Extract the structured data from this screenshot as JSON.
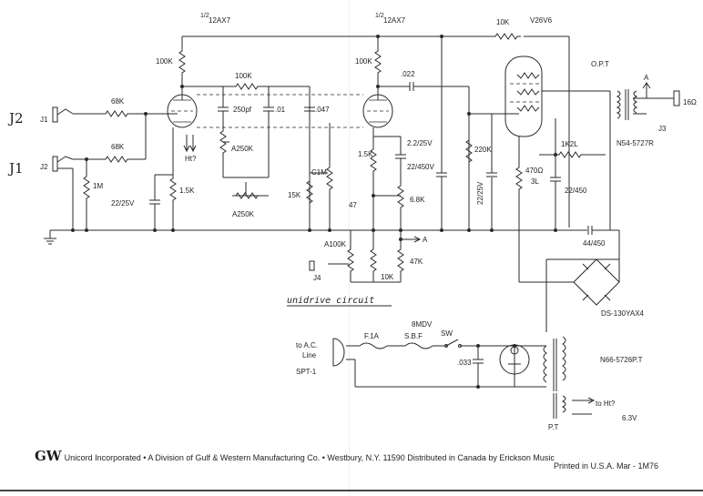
{
  "diagram": {
    "tube_labels": {
      "v1a_fraction": "1/2",
      "v1a_name": "12AX7",
      "v1b_fraction": "1/2",
      "v1b_name": "12AX7",
      "output_tube": "V26V6"
    },
    "jacks": {
      "j1": "J1",
      "j2": "J2",
      "j3": "J3",
      "j4": "J4",
      "handwritten_j2": "J2",
      "handwritten_j1": "J1"
    },
    "resistors": {
      "r_plate1": "100K",
      "r_feedback": "100K",
      "r_plate2": "100K",
      "r_screen": "10K",
      "r_in1": "68K",
      "r_in2": "68K",
      "r_grid": "1M",
      "r_cath1": "1.5K",
      "r_cath2": "1.5K",
      "r_220k": "220K",
      "r_470": "470Ω",
      "r_470_w": "3L",
      "r_1k2": "1K2L",
      "r_15k": "15K",
      "r_6k8": "6.8K",
      "r_47k": "47K",
      "r_10k_bot": "10K",
      "r_47": "47"
    },
    "pots": {
      "a250k_1": "A250K",
      "a250k_2": "A250K",
      "a100k": "A100K",
      "c1m": "C1M"
    },
    "capacitors": {
      "c_250pf": "250pf",
      "c_01": ".01",
      "c_047": ".047",
      "c_022": ".022",
      "c_22_25_left": "22/25V",
      "c_22_25_mid": "2.2/25V",
      "c_22_450": "22/450V",
      "c_22_25_right": "22/25V",
      "c_22_450_right": "22/450",
      "c_44_450": "44/450",
      "c_033": ".033"
    },
    "transformers": {
      "opt": "O.P.T",
      "opt_part": "N54-5727R",
      "pt": "P.T",
      "pt_part": "N66-5726P.T"
    },
    "misc": {
      "speaker": "16Ω",
      "node_a_top": "A",
      "node_a_mid": "A",
      "ht_label": "Ht?",
      "bridge": "DS-130YAX4",
      "fuse": "F.1A",
      "sbf": "S.B.F",
      "switch": "SW",
      "model_label": "8MDV",
      "ac_line1": "to A.C.",
      "ac_line2": "Line",
      "plug": "SPT-1",
      "to_ht": "to Ht?",
      "heater": "6.3V",
      "circuit_title": "unidrive circuit"
    }
  },
  "footer": {
    "logo": "GW",
    "company_line": "Unicord Incorporated • A Division of Gulf & Western Manufacturing Co. • Westbury, N.Y. 11590   Distributed in Canada by Erickson Music",
    "printed_line": "Printed in U.S.A.  Mar - 1M76"
  }
}
